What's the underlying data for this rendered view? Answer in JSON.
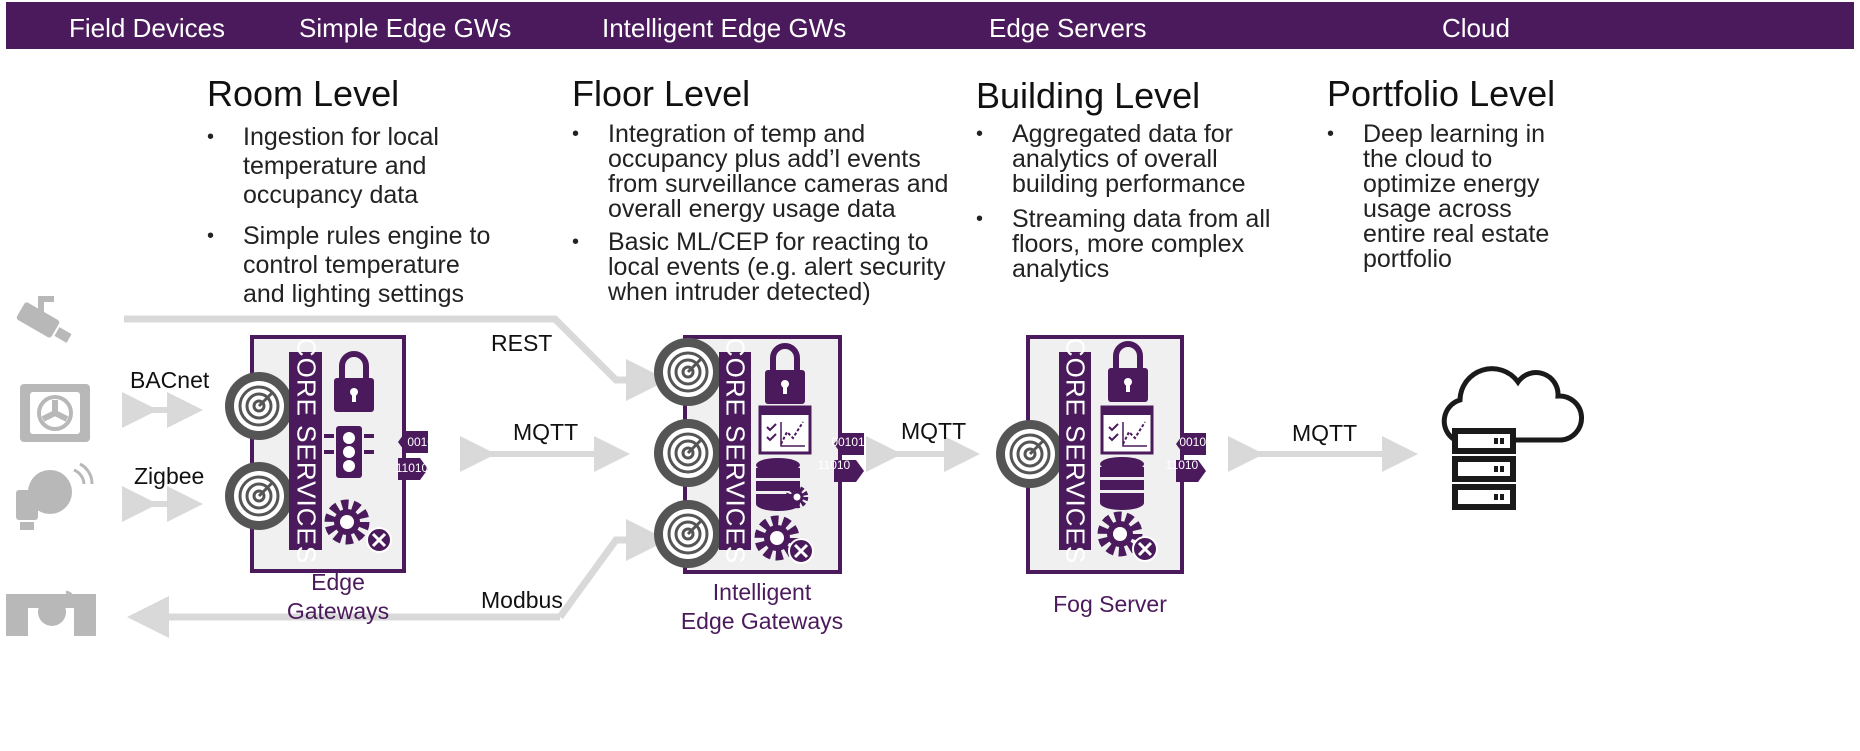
{
  "header": {
    "tiers": [
      "Field Devices",
      "Simple Edge GWs",
      "Intelligent Edge GWs",
      "Edge Servers",
      "Cloud"
    ]
  },
  "levels": [
    {
      "title": "Room Level",
      "bullets": [
        "Ingestion for local temperature and occupancy data",
        "Simple rules engine to control temperature and lighting settings"
      ]
    },
    {
      "title": "Floor Level",
      "bullets": [
        "Integration of temp and occupancy plus add’l events from surveillance cameras and overall energy usage data",
        "Basic ML/CEP for reacting to local events (e.g. alert security when intruder detected)"
      ]
    },
    {
      "title": "Building Level",
      "bullets": [
        "Aggregated data for analytics of overall building performance",
        "Streaming data from all floors, more complex analytics"
      ]
    },
    {
      "title": "Portfolio Level",
      "bullets": [
        "Deep learning in the cloud to optimize energy usage across entire real estate portfolio"
      ]
    }
  ],
  "protocols": {
    "bacnet": "BACnet",
    "zigbee": "Zigbee",
    "rest": "REST",
    "mqtt_edge": "MQTT",
    "mqtt_fog": "MQTT",
    "mqtt_cloud": "MQTT",
    "modbus": "Modbus"
  },
  "boxes": {
    "core_label": "CORE SERVICES",
    "binary_in": "00101",
    "binary_out": "11010",
    "edge_caption_line1": "Edge",
    "edge_caption_line2": "Gateways",
    "intelligent_caption_line1": "Intelligent",
    "intelligent_caption_line2": "Edge Gateways",
    "fog_caption": "Fog Server"
  },
  "icons": {
    "field_devices": [
      "security-camera-icon",
      "hvac-fan-icon",
      "smart-bulb-icon",
      "water-meter-icon"
    ],
    "cloud": "cloud-server-icon"
  },
  "colors": {
    "brand": "#4a1a5c",
    "box_fill": "#f0f0f0",
    "arrow": "#d9d9d9",
    "icon_gray": "#b8b8b8",
    "sensor_ring": "#555555"
  }
}
